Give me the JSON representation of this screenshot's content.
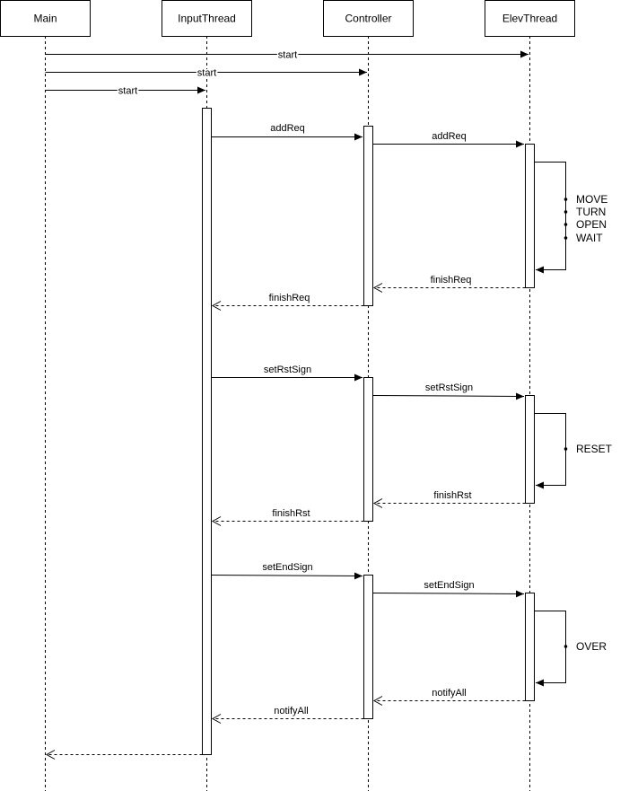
{
  "participants": {
    "main": "Main",
    "input": "InputThread",
    "controller": "Controller",
    "elev": "ElevThread"
  },
  "startup": {
    "to_elev": "start",
    "to_controller": "start",
    "to_input": "start"
  },
  "request_block": {
    "call_controller": "addReq",
    "call_elev": "addReq",
    "states": [
      "MOVE",
      "TURN",
      "OPEN",
      "WAIT"
    ],
    "return_elev": "finishReq",
    "return_controller": "finishReq"
  },
  "reset_block": {
    "call_controller": "setRstSign",
    "call_elev": "setRstSign",
    "states": [
      "RESET"
    ],
    "return_elev": "finishRst",
    "return_controller": "finishRst"
  },
  "end_block": {
    "call_controller": "setEndSign",
    "call_elev": "setEndSign",
    "states": [
      "OVER"
    ],
    "return_elev": "notifyAll",
    "return_controller": "notifyAll"
  }
}
